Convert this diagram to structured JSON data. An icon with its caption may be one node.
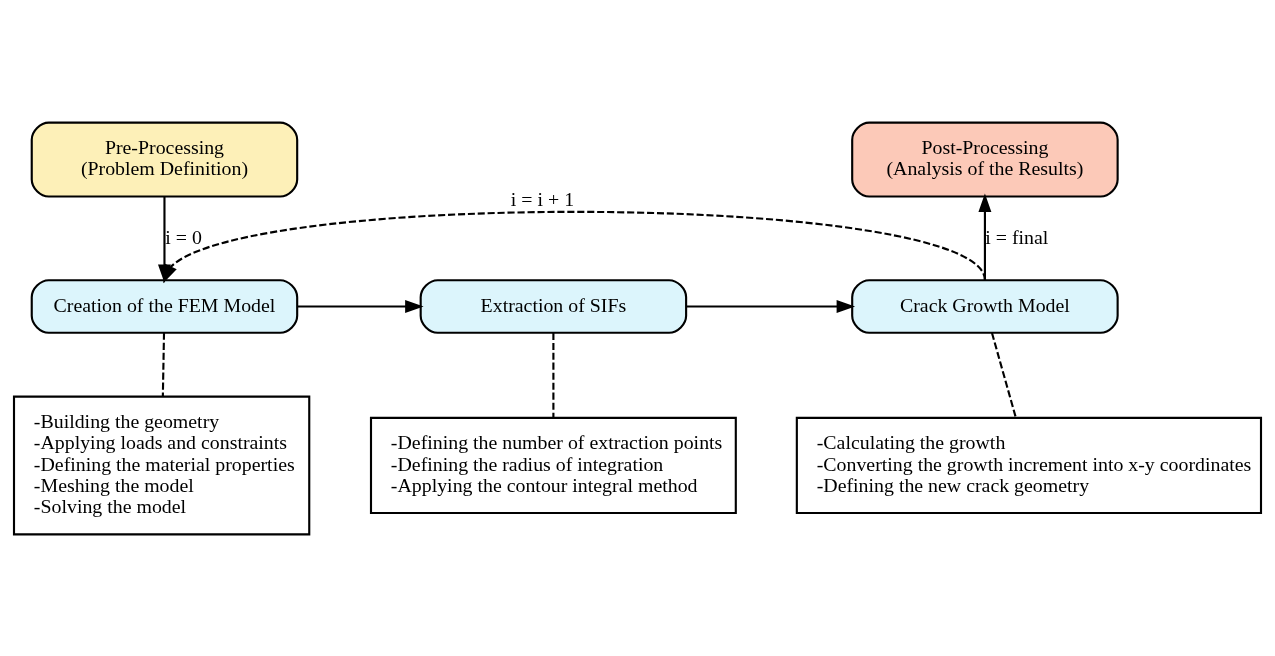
{
  "diagram": {
    "nodes": [
      {
        "text": [
          "Pre-Processing",
          "(Problem Definition)"
        ]
      },
      {
        "text": [
          "Post-Processing",
          "(Analysis of the Results)"
        ]
      },
      {
        "text": [
          "Creation of the FEM Model"
        ]
      },
      {
        "text": [
          "Extraction of SIFs"
        ]
      },
      {
        "text": [
          "Crack Growth Model"
        ]
      },
      {
        "text": [
          "-Building the geometry",
          "-Applying loads and constraints",
          "-Defining the material properties",
          "-Meshing the model",
          "-Solving the model"
        ]
      },
      {
        "text": [
          "-Defining the number of extraction points",
          "-Defining the radius of integration",
          "-Applying the contour integral method"
        ]
      },
      {
        "text": [
          "-Calculating the growth",
          "-Converting the growth increment into x-y coordinates",
          "-Defining the new crack geometry"
        ]
      }
    ],
    "edges": [
      {
        "from": 0,
        "to": 2,
        "arrow": "to",
        "label": "i = 0"
      },
      {
        "from": 4,
        "to": 2,
        "arrow": "to",
        "label": "i = i + 1",
        "style": "dashed"
      },
      {
        "from": 4,
        "to": 1,
        "arrow": "to",
        "label": "i = final"
      },
      {
        "from": 2,
        "to": 3,
        "arrow": "to"
      },
      {
        "from": 3,
        "to": 4,
        "arrow": "to"
      },
      {
        "from": 2,
        "to": 5,
        "arrow": "none",
        "style": "dashed"
      },
      {
        "from": 3,
        "to": 6,
        "arrow": "none",
        "style": "dashed"
      },
      {
        "from": 4,
        "to": 7,
        "arrow": "none",
        "style": "dashed"
      }
    ]
  }
}
